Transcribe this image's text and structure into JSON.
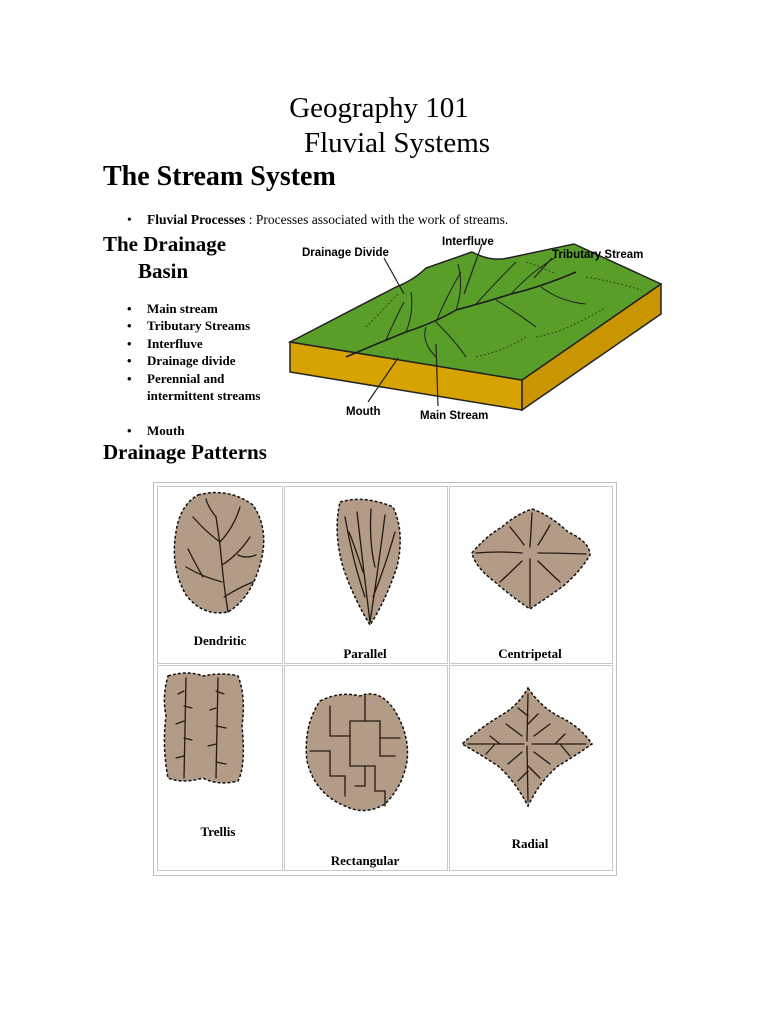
{
  "header": {
    "line1": "Geography 101",
    "line2": "Fluvial Systems"
  },
  "section1": {
    "heading": "The Stream System",
    "bullet_term": "Fluvial Processes",
    "bullet_sep": " : ",
    "bullet_text": "Processes associated with the work of streams."
  },
  "section2": {
    "heading_line1": "The Drainage",
    "heading_line2": "Basin",
    "items": [
      "Main stream",
      "Tributary Streams",
      "Interfluve",
      "Drainage divide",
      "Perennial and",
      "intermittent streams",
      "Mouth"
    ]
  },
  "figure": {
    "labels": {
      "drainage_divide": "Drainage Divide",
      "interfluve": "Interfluve",
      "tributary_stream": "Tributary Stream",
      "mouth": "Mouth",
      "main_stream": "Main Stream"
    },
    "colors": {
      "surface": "#5a9e2a",
      "side": "#d7a300"
    }
  },
  "section3": {
    "heading": "Drainage Patterns",
    "patterns": [
      "Dendritic",
      "Parallel",
      "Centripetal",
      "Trellis",
      "Rectangular",
      "Radial"
    ]
  }
}
